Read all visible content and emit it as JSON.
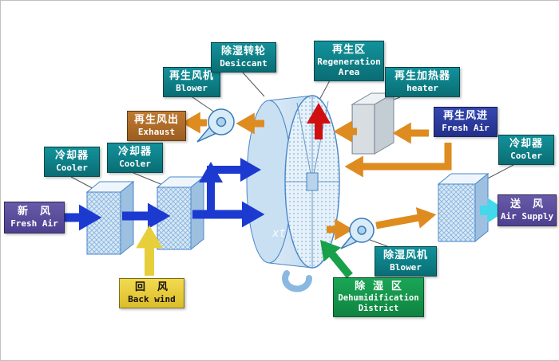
{
  "watermark": "xt",
  "colors": {
    "label_teal": "#0e7d85",
    "label_purple": "#584a9a",
    "label_navy": "#2a3a9e",
    "label_brown": "#b06b28",
    "label_yellow": "#e8c838",
    "label_green": "#12984a",
    "arrow_blue": "#1c3ad0",
    "arrow_orange": "#de8b1f",
    "arrow_red": "#d01010",
    "arrow_cyan": "#43d8ec",
    "arrow_yellow": "#e6cf3a",
    "arrow_green": "#18a04a",
    "wheel_fill": "#e6f1fa",
    "outline_blue": "#4a86c8"
  },
  "labels": {
    "fresh_air": {
      "zh": "新　风",
      "en": "Fresh Air"
    },
    "cooler1": {
      "zh": "冷却器",
      "en": "Cooler"
    },
    "cooler2": {
      "zh": "冷却器",
      "en": "Cooler"
    },
    "regen_blower": {
      "zh": "再生风机",
      "en": "Blower"
    },
    "desiccant": {
      "zh": "除湿转轮",
      "en": "Desiccant"
    },
    "exhaust": {
      "zh": "再生风出",
      "en": "Exhaust"
    },
    "regen_area": {
      "zh": "再生区",
      "en": "Regeneration Area"
    },
    "heater": {
      "zh": "再生加热器",
      "en": "heater"
    },
    "regen_fresh_air": {
      "zh": "再生风进",
      "en": "Fresh Air"
    },
    "cooler3": {
      "zh": "冷却器",
      "en": "Cooler"
    },
    "air_supply": {
      "zh": "送　风",
      "en": "Air Supply"
    },
    "back_wind": {
      "zh": "回　风",
      "en": "Back wind"
    },
    "dehumid_blower": {
      "zh": "除湿风机",
      "en": "Blower"
    },
    "dehumid_district": {
      "zh": "除 湿 区",
      "en": "Dehumidification District"
    }
  }
}
